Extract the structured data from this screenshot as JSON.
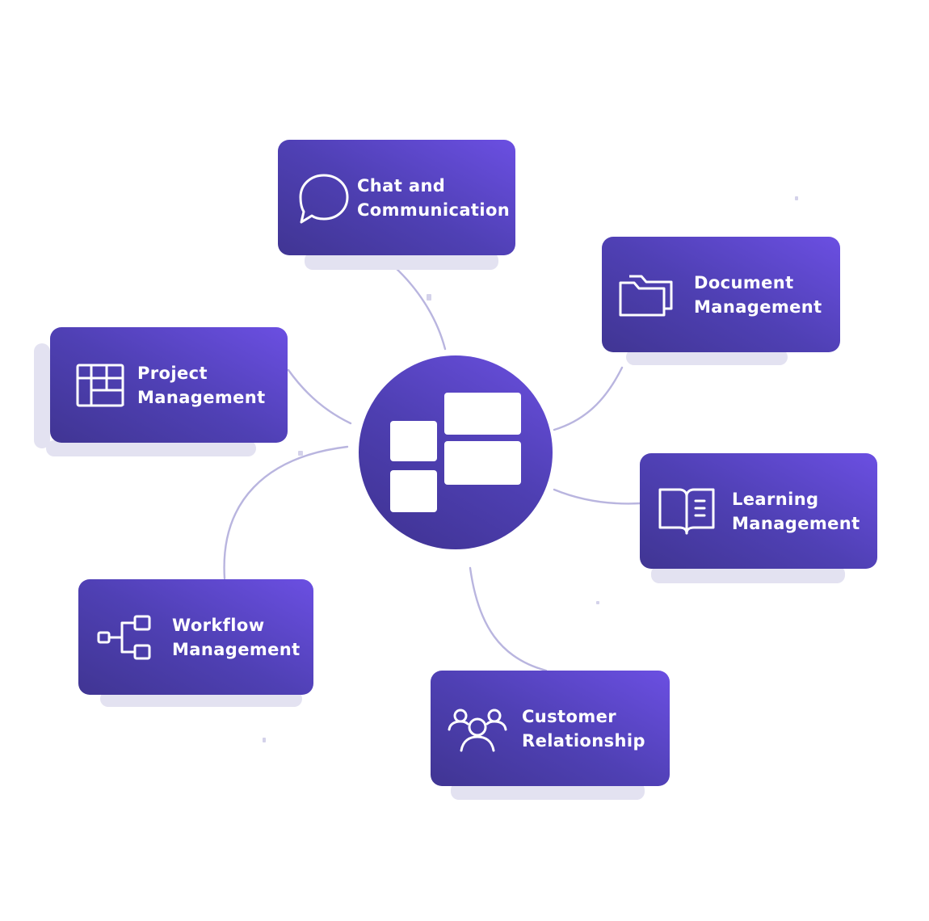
{
  "diagram": {
    "hub": {
      "icon": "app-grid-icon"
    },
    "nodes": [
      {
        "id": "chat",
        "lines": [
          "Chat and",
          "Communication"
        ],
        "icon": "chat-bubble-icon"
      },
      {
        "id": "document",
        "lines": [
          "Document",
          "Management"
        ],
        "icon": "folder-icon"
      },
      {
        "id": "project",
        "lines": [
          "Project",
          "Management"
        ],
        "icon": "kanban-board-icon"
      },
      {
        "id": "learning",
        "lines": [
          "Learning",
          "Management"
        ],
        "icon": "open-book-icon"
      },
      {
        "id": "workflow",
        "lines": [
          "Workflow",
          "Management"
        ],
        "icon": "flow-tree-icon"
      },
      {
        "id": "customer",
        "lines": [
          "Customer",
          "Relationship"
        ],
        "icon": "users-group-icon"
      }
    ],
    "colors": {
      "card_dark": "#403593",
      "card_light": "#6b4fe2",
      "connector": "#b9b5df",
      "shadow": "#e3e2f1"
    }
  }
}
